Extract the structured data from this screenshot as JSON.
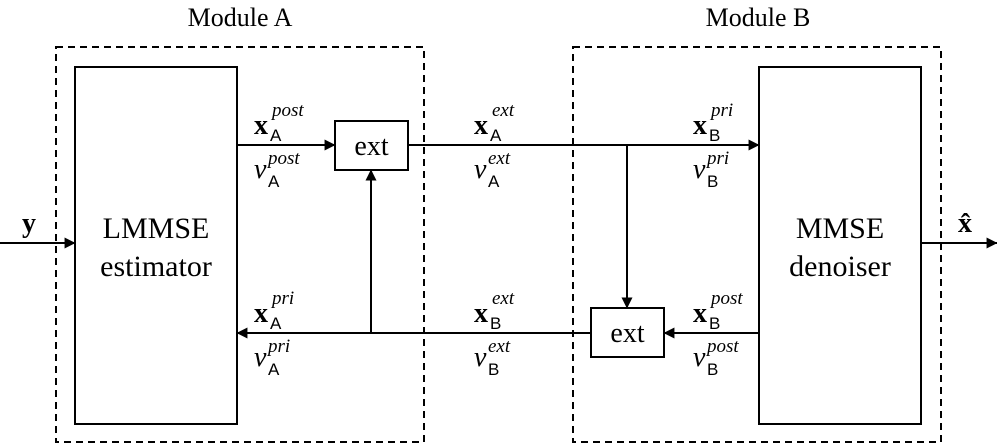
{
  "module_a": {
    "title": "Module A",
    "lmmse_line1": "LMMSE",
    "lmmse_line2": "estimator",
    "ext_label": "ext"
  },
  "module_b": {
    "title": "Module B",
    "mmse_line1": "MMSE",
    "mmse_line2": "denoiser",
    "ext_label": "ext"
  },
  "signals": {
    "input": "y",
    "output": "x̂",
    "x_symbol": "x",
    "v_symbol": "v",
    "sub_a": "A",
    "sub_b": "B",
    "post": "post",
    "pri": "pri",
    "ext": "ext"
  }
}
